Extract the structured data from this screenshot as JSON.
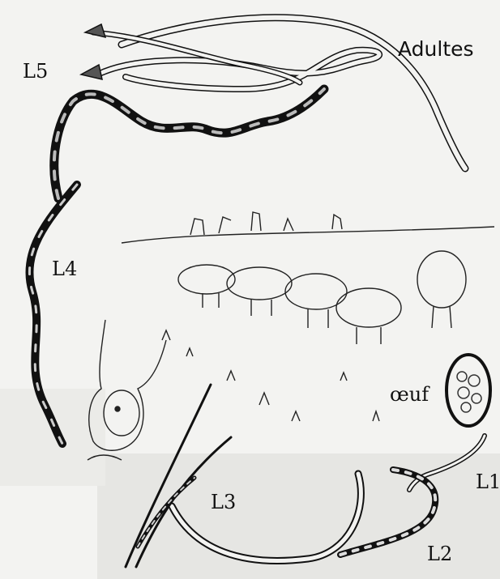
{
  "labels": {
    "adultes": "Adultes",
    "l5": "L5",
    "l4": "L4",
    "oeuf": "œuf",
    "l1": "L1",
    "l3": "L3",
    "l2": "L2"
  },
  "colors": {
    "background": "#f3f3f1",
    "ink": "#111111",
    "shadow": "#d9d9d6"
  }
}
